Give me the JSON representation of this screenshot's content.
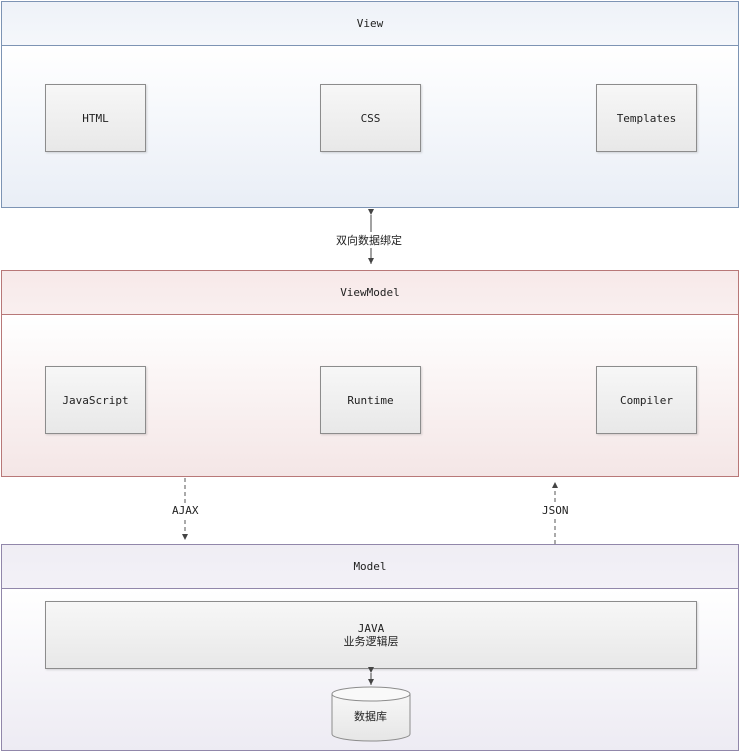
{
  "view": {
    "title": "View",
    "boxes": {
      "html": "HTML",
      "css": "CSS",
      "templates": "Templates"
    }
  },
  "binding_label": "双向数据绑定",
  "viewmodel": {
    "title": "ViewModel",
    "boxes": {
      "javascript": "JavaScript",
      "runtime": "Runtime",
      "compiler": "Compiler"
    }
  },
  "ajax_label": "AJAX",
  "json_label": "JSON",
  "model": {
    "title": "Model",
    "business": {
      "line1": "JAVA",
      "line2": "业务逻辑层"
    },
    "database": "数据库"
  }
}
